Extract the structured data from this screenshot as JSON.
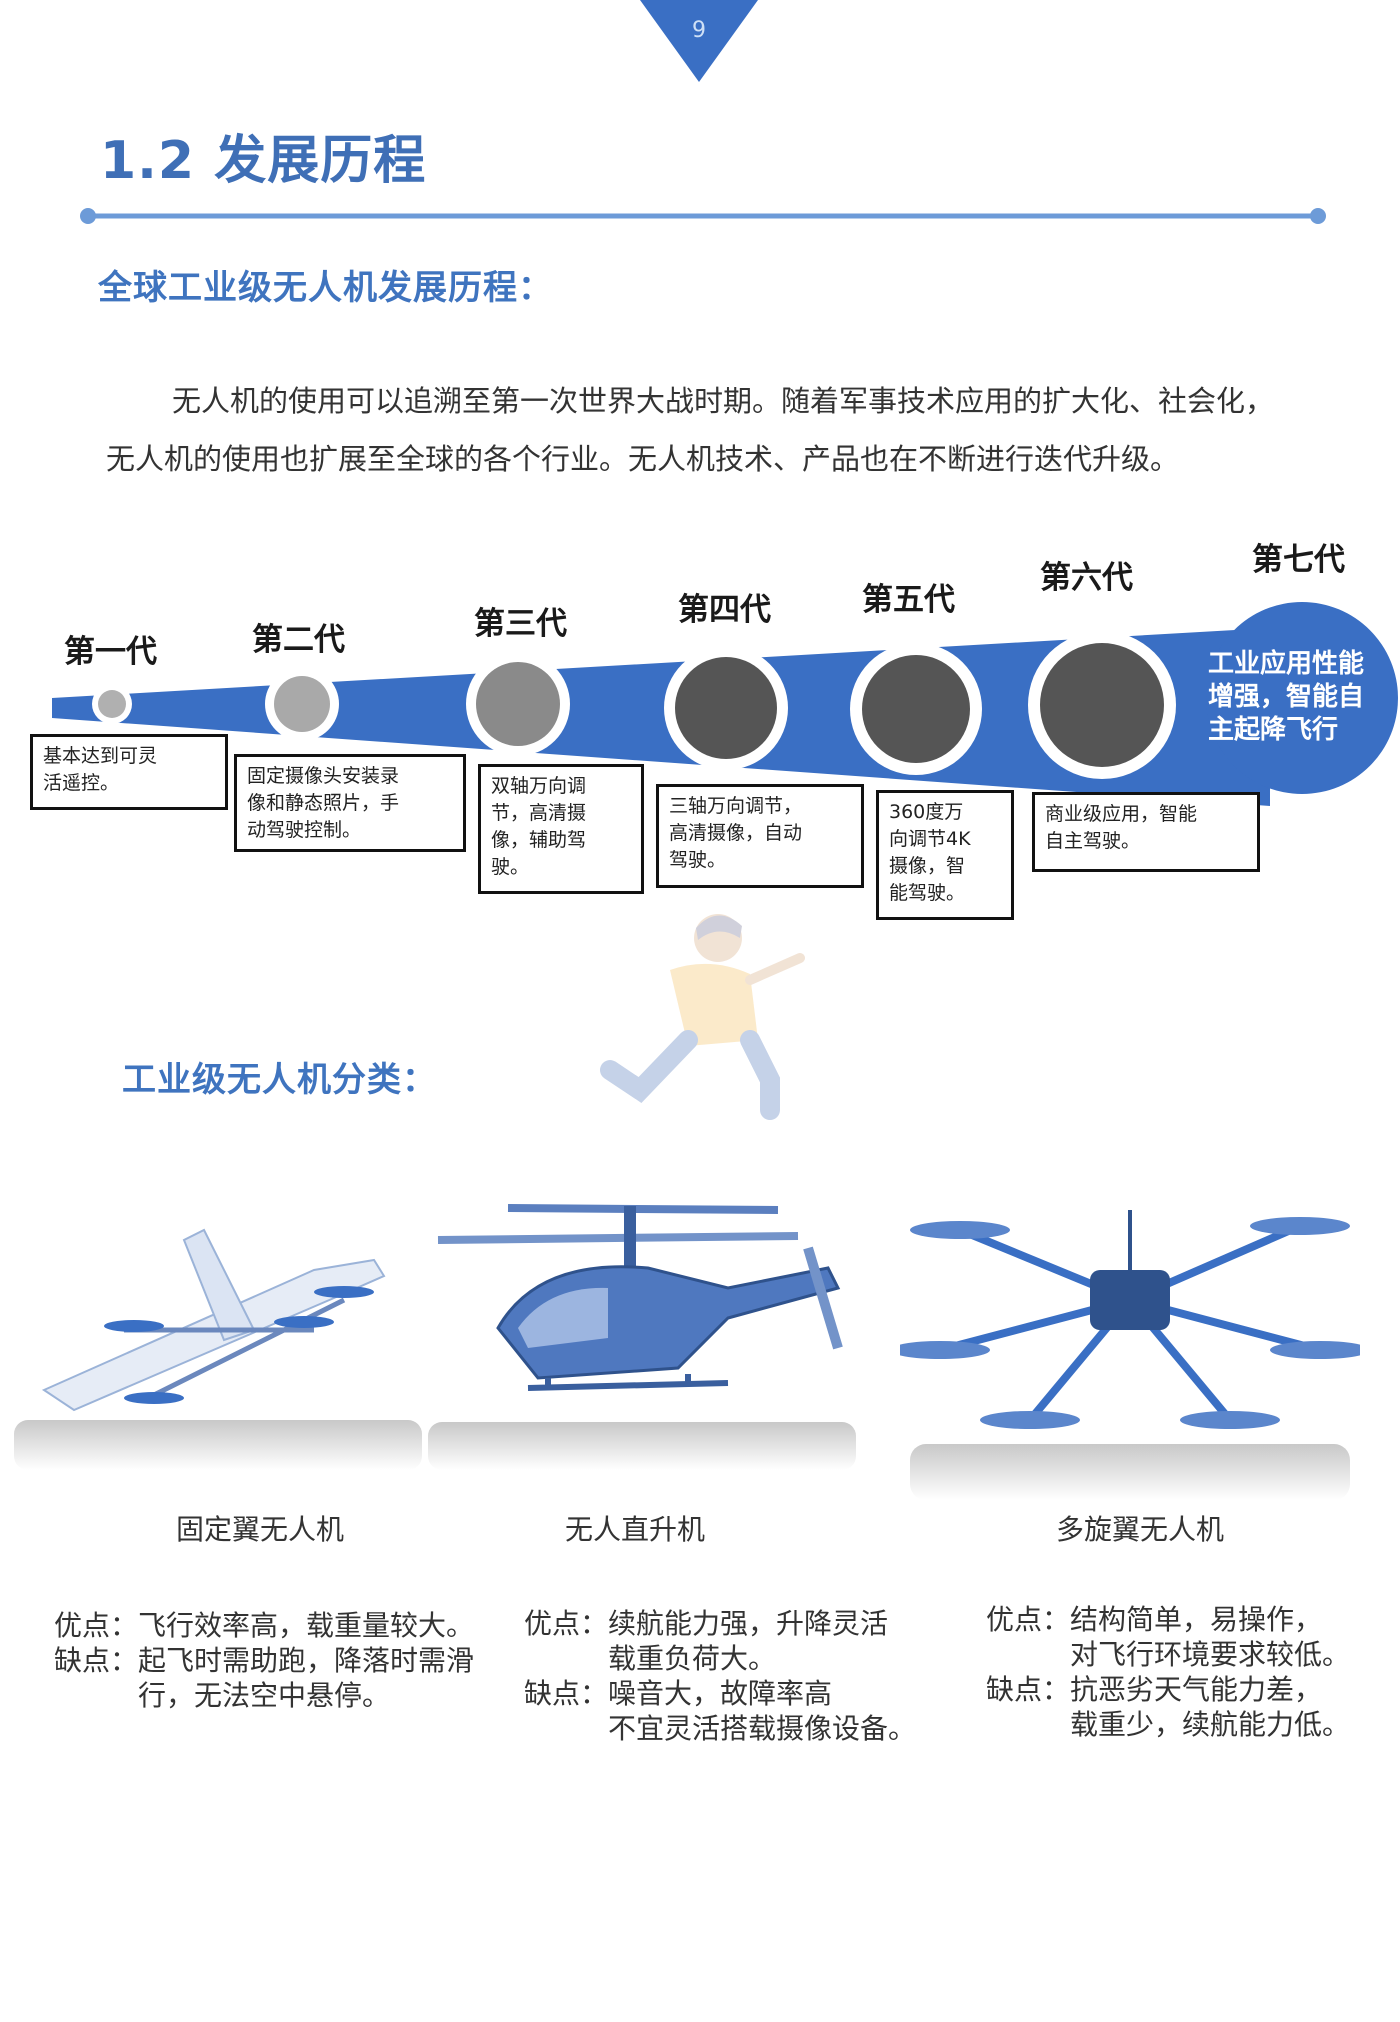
{
  "page_number": "9",
  "section_title": "1.2 发展历程",
  "subheading_history": "全球工业级无人机发展历程：",
  "intro": {
    "line1": "无人机的使用可以追溯至第一次世界大战时期。随着军事技术应用的扩大化、社会化，",
    "line2": "无人机的使用也扩展至全球的各个行业。无人机技术、产品也在不断进行迭代升级。"
  },
  "generations": [
    {
      "name": "第一代",
      "desc": [
        "基本达到可灵",
        "活遥控。"
      ]
    },
    {
      "name": "第二代",
      "desc": [
        "固定摄像头安装录",
        "像和静态照片，手",
        "动驾驶控制。"
      ]
    },
    {
      "name": "第三代",
      "desc": [
        "双轴万向调",
        "节，高清摄",
        "像，辅助驾",
        "驶。"
      ]
    },
    {
      "name": "第四代",
      "desc": [
        "三轴万向调节，",
        "高清摄像，自动",
        "驾驶。"
      ]
    },
    {
      "name": "第五代",
      "desc": [
        "360度万",
        "向调节4K",
        "摄像，智",
        "能驾驶。"
      ]
    },
    {
      "name": "第六代",
      "desc": [
        "商业级应用，智能",
        "自主驾驶。"
      ]
    },
    {
      "name": "第七代",
      "desc": [
        "工业应用性能",
        "增强，智能自",
        "主起降飞行"
      ]
    }
  ],
  "subheading_types": "工业级无人机分类：",
  "types": [
    {
      "name": "固定翼无人机",
      "pros_key": "优点：",
      "pros": [
        "飞行效率高，载重量较大。"
      ],
      "cons_key": "缺点：",
      "cons": [
        "起飞时需助跑，降落时需滑",
        "行，无法空中悬停。"
      ]
    },
    {
      "name": "无人直升机",
      "pros_key": "优点：",
      "pros": [
        "续航能力强，升降灵活",
        "载重负荷大。"
      ],
      "cons_key": "缺点：",
      "cons": [
        "噪音大，故障率高",
        "不宜灵活搭载摄像设备。"
      ]
    },
    {
      "name": "多旋翼无人机",
      "pros_key": "优点：",
      "pros": [
        "结构简单，易操作，",
        "对飞行环境要求较低。"
      ],
      "cons_key": "缺点：",
      "cons": [
        "抗恶劣天气能力差，",
        "载重少，续航能力低。"
      ]
    }
  ],
  "colors": {
    "accent": "#3f6fb6",
    "band": "#3a6fc4",
    "circle_dark": "#555555",
    "circle_light": "#a9a9a9"
  }
}
